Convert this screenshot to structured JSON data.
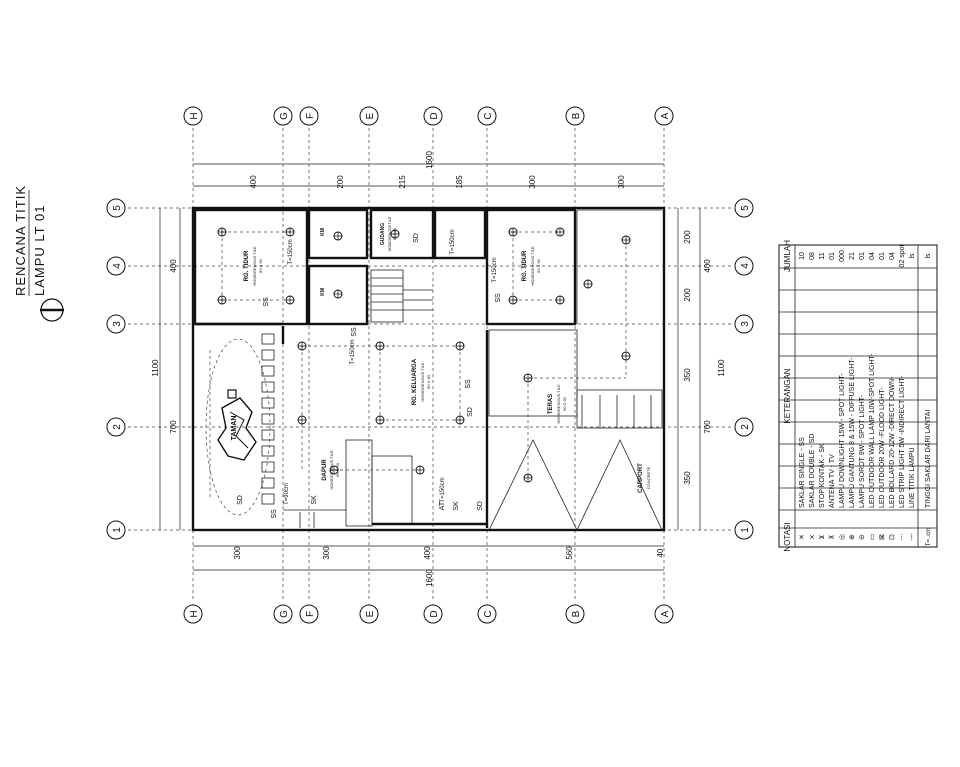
{
  "title": {
    "line1": "RENCANA TITIK",
    "line2": "LAMPU LT 01"
  },
  "grid_cols": [
    "H",
    "G",
    "F",
    "E",
    "D",
    "C",
    "B",
    "A"
  ],
  "grid_rows": [
    "5",
    "4",
    "3",
    "2",
    "1"
  ],
  "dims": {
    "top_total": "1600",
    "top_segments": [
      "400",
      "200",
      "215",
      "185",
      "300",
      "300"
    ],
    "bottom_total": "1600",
    "bottom_segments": [
      "300",
      "300",
      "400",
      "560",
      "40"
    ],
    "left_total": "1100",
    "left_segments": [
      "400",
      "700"
    ],
    "right_total": "1100",
    "right_segments": [
      "200",
      "400",
      "200",
      "350",
      "700",
      "350"
    ]
  },
  "rooms": {
    "r_tidur_1": {
      "name": "RG. TIDUR",
      "sub": "HOMOGENOUS TILE",
      "size": "60 X 60"
    },
    "r_tidur_2": {
      "name": "RG. TIDUR",
      "sub": "HOMOGENOUS TILE",
      "size": "60 X 60"
    },
    "gudang": {
      "name": "GUDANG",
      "sub": "HOMOGENOUS TILE",
      "size": "60 X 60"
    },
    "keluarga": {
      "name": "RG. KELUARGA",
      "sub": "HOMOGENOUS TILE",
      "size": "60 X 60"
    },
    "taman": {
      "name": "TAMAN"
    },
    "dapur": {
      "name": "DAPUR",
      "sub": "HOMOGENOUS TILE",
      "size": "60 X 60"
    },
    "teras": {
      "name": "TERAS",
      "sub": "HOMOGENOUS TILE",
      "size": "60 X 60"
    },
    "carport": {
      "name": "CARPORT",
      "sub": "CONCRETE"
    },
    "km": {
      "name": "KM"
    }
  },
  "tags": {
    "t150": "T=150cm",
    "t90": "T=90cm",
    "ss": "SS",
    "sd": "SD",
    "sk": "SK",
    "at": "AT"
  },
  "legend": {
    "head_notasi": "NOTASI",
    "head_keterangan": "KETERANGAN",
    "head_jumlah": "JUMLAH",
    "rows": [
      {
        "desc": "SAKLAR SINGLE - SS",
        "qty": "10"
      },
      {
        "desc": "SAKLAR DOUBLE - SD",
        "qty": "08"
      },
      {
        "desc": "STOP KONTAK - SK",
        "qty": "11"
      },
      {
        "desc": "ANTENA TV - TV",
        "qty": "01"
      },
      {
        "desc": "LAMPU DOWNLIGHT 15W - SPOT LIGHT-",
        "qty": "000"
      },
      {
        "desc": "LAMPU GANTUNG 8 & 15W - DIFFUSE LIGHT-",
        "qty": "21"
      },
      {
        "desc": "LAMPU SOROT 9W - SPOT LIGHT-",
        "qty": "01"
      },
      {
        "desc": "LED OUTDOOR WALL LAMP 10W-SPOT LIGHT-",
        "qty": "04"
      },
      {
        "desc": "LED OUTDOOR 20W -FLOOD LIGHT-",
        "qty": "01"
      },
      {
        "desc": "LED BOLLARD 20-12W -DIRECT DOWN-",
        "qty": "04"
      },
      {
        "desc": "LED STRIP LIGHT 5W -INDIRECT LIGHT-",
        "qty": "02 spot"
      },
      {
        "desc": "LINE TITIK LAMPU",
        "qty": "ls"
      },
      {
        "desc": "TINGGI SAKLAR DARI LANTAI",
        "qty": "ls",
        "notation": "T=..cm"
      }
    ]
  }
}
